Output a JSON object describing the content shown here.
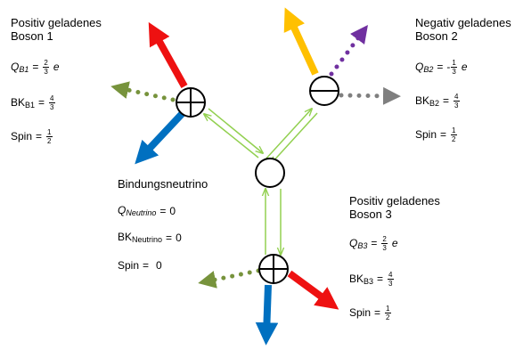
{
  "boson1": {
    "title": [
      "Positiv geladenes",
      "Boson 1"
    ],
    "q_label": "Q",
    "q_sub": "B1",
    "q_num": "2",
    "q_den": "3",
    "q_unit": "e",
    "bk_label": "BK",
    "bk_sub": "B1",
    "bk_num": "4",
    "bk_den": "3",
    "spin_label": "Spin",
    "spin_num": "1",
    "spin_den": "2"
  },
  "boson2": {
    "title": [
      "Negativ geladenes",
      "Boson 2"
    ],
    "q_label": "Q",
    "q_sub": "B2",
    "q_sign": "-",
    "q_num": "1",
    "q_den": "3",
    "q_unit": "e",
    "bk_label": "BK",
    "bk_sub": "B2",
    "bk_num": "4",
    "bk_den": "3",
    "spin_label": "Spin",
    "spin_num": "1",
    "spin_den": "2"
  },
  "boson3": {
    "title": [
      "Positiv geladenes",
      "Boson 3"
    ],
    "q_label": "Q",
    "q_sub": "B3",
    "q_num": "2",
    "q_den": "3",
    "q_unit": "e",
    "bk_label": "BK",
    "bk_sub": "B3",
    "bk_num": "4",
    "bk_den": "3",
    "spin_label": "Spin",
    "spin_num": "1",
    "spin_den": "2"
  },
  "neutrino": {
    "title": "Bindungsneutrino",
    "q_label": "Q",
    "q_sub": "Neutrino",
    "q_value": "0",
    "bk_label": "BK",
    "bk_sub": "Neutrino",
    "bk_value": "0",
    "spin_label": "Spin",
    "spin_value": "0"
  },
  "equals": "=",
  "colors": {
    "red": "#ee1111",
    "blue": "#0070c0",
    "green_dotted": "#77933c",
    "orange": "#ffc000",
    "purple": "#7030a0",
    "grey": "#7f7f7f",
    "bond_green": "#92d050"
  },
  "icons": [
    "plus-circle-icon",
    "minus-circle-icon",
    "empty-circle-icon"
  ]
}
